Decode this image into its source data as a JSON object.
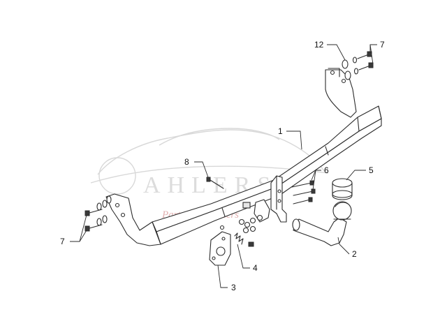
{
  "watermark": {
    "brand": "AHLERS",
    "tagline": "Parts and Trailers",
    "color": "#dcdcdc",
    "tagline_color": "#e2b0b0"
  },
  "callouts": [
    {
      "id": "1",
      "part": "cross-beam"
    },
    {
      "id": "2",
      "part": "detachable-ball-neck"
    },
    {
      "id": "3",
      "part": "socket-plate"
    },
    {
      "id": "4",
      "part": "spring-and-nut"
    },
    {
      "id": "5",
      "part": "ball-cap"
    },
    {
      "id": "6",
      "part": "bolt-set-center"
    },
    {
      "id": "7",
      "part": "bolt-set-side"
    },
    {
      "id": "8",
      "part": "bolt"
    },
    {
      "id": "12",
      "part": "spacer-washer"
    }
  ],
  "labels": {
    "c1": "1",
    "c2": "2",
    "c3": "3",
    "c4": "4",
    "c5": "5",
    "c6": "6",
    "c7a": "7",
    "c7b": "7",
    "c8": "8",
    "c12": "12"
  },
  "colors": {
    "line": "#2b2b2b",
    "background": "#ffffff",
    "text": "#111111"
  }
}
